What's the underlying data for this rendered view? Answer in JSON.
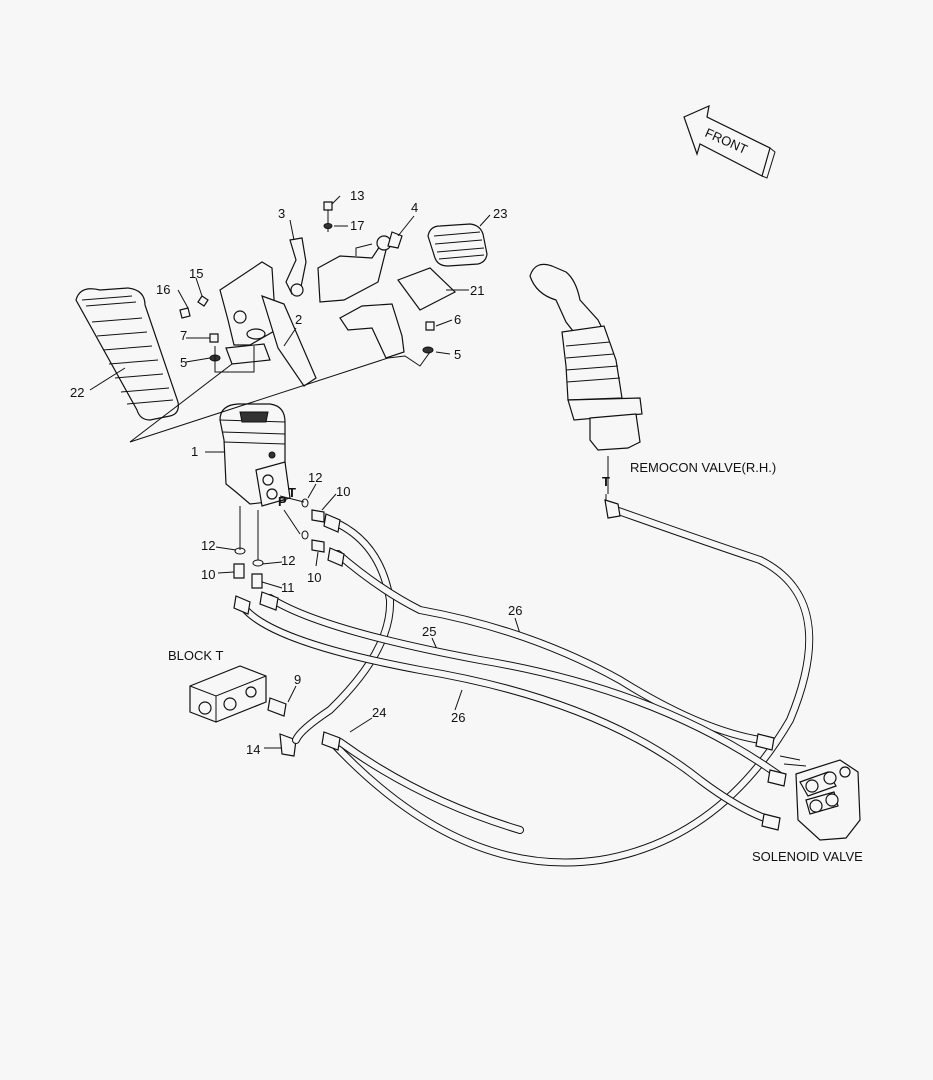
{
  "labels": {
    "front": "FRONT",
    "remocon_valve": "REMOCON VALVE(R.H.)",
    "solenoid_valve": "SOLENOID VALVE",
    "block_t": "BLOCK T",
    "port_t": "T",
    "port_p": "P",
    "port_t_remocon": "T"
  },
  "parts": {
    "p1": "1",
    "p2": "2",
    "p3": "3",
    "p4": "4",
    "p5a": "5",
    "p5b": "5",
    "p6": "6",
    "p7": "7",
    "p9": "9",
    "p10a": "10",
    "p10b": "10",
    "p10c": "10",
    "p11": "11",
    "p12a": "12",
    "p12b": "12",
    "p12c": "12",
    "p13": "13",
    "p14": "14",
    "p15": "15",
    "p16": "16",
    "p17": "17",
    "p21": "21",
    "p22": "22",
    "p23": "23",
    "p24": "24",
    "p25": "25",
    "p26a": "26",
    "p26b": "26"
  }
}
